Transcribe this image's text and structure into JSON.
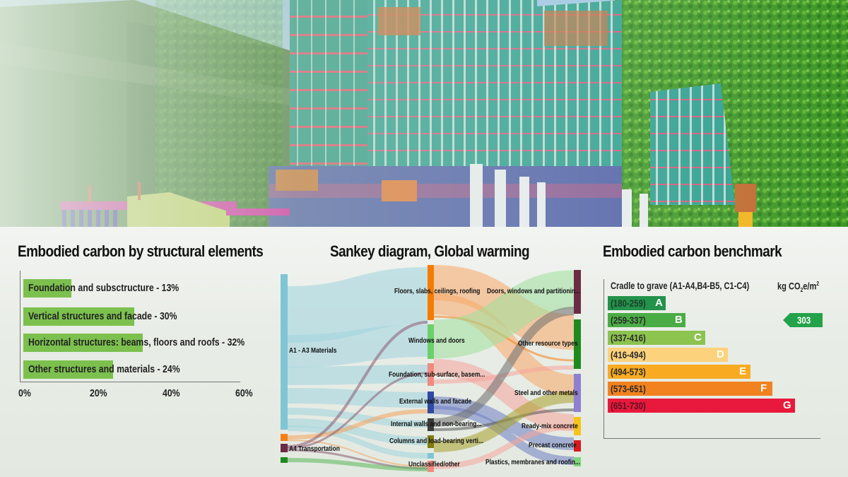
{
  "chart_data": [
    {
      "type": "bar",
      "orientation": "horizontal",
      "title": "Embodied carbon by structural elements",
      "categories": [
        "Foundation and subsctructure",
        "Vertical structures and facade",
        "Horizontal structures: beams, floors and roofs",
        "Other structures and materials"
      ],
      "values": [
        13,
        30,
        32,
        24
      ],
      "labels": [
        "Foundation and subsctructure - 13%",
        "Vertical structures and facade - 30%",
        "Horizontal structures: beams, floors and roofs - 32%",
        "Other structures and materials - 24%"
      ],
      "xlabel": "",
      "ylabel": "",
      "xlim": [
        0,
        60
      ],
      "xticks": [
        "0%",
        "20%",
        "40%",
        "60%"
      ],
      "color": "#7cc04e",
      "grid": false
    },
    {
      "type": "sankey",
      "title": "Sankey diagram, Global warming",
      "sources": [
        {
          "name": "A1 - A3 Materials",
          "color": "#7fc6d4"
        },
        {
          "name": "",
          "color": "#f57f17"
        },
        {
          "name": "A4 Transportation",
          "color": "#6b2b44"
        },
        {
          "name": "",
          "color": "#1e8a1e"
        }
      ],
      "categories": [
        {
          "name": "Floors, slabs, ceilings, roofing",
          "color": "#f57c00"
        },
        {
          "name": "Windows and doors",
          "color": "#6dcf6a"
        },
        {
          "name": "Foundation, sub-surface, basem...",
          "color": "#f18a80"
        },
        {
          "name": "External walls and facade",
          "color": "#2f4aa0"
        },
        {
          "name": "Internal walls and non-bearing...",
          "color": "#3a3a3a"
        },
        {
          "name": "Columns and load-bearing verti...",
          "color": "#807a10"
        },
        {
          "name": "Unclassified/other",
          "color": "#7fc6d4"
        }
      ],
      "targets": [
        {
          "name": "Doors, windows and partitionin...",
          "color": "#6b2b44"
        },
        {
          "name": "Other resource types",
          "color": "#1e8a1e"
        },
        {
          "name": "Steel and other metals",
          "color": "#8e7fd0"
        },
        {
          "name": "Ready-mix concrete",
          "color": "#f6c417"
        },
        {
          "name": "Precast concrete",
          "color": "#d7191c"
        },
        {
          "name": "Plastics, membranes and roofin...",
          "color": "#7fd67a"
        }
      ]
    },
    {
      "type": "rating",
      "title": "Embodied carbon benchmark",
      "subtitle": "Cradle to grave (A1-A4,B4-B5, C1-C4)",
      "unit": "kg CO2e/m2",
      "bands": [
        {
          "grade": "A",
          "range": "(180-259)",
          "color": "#23924a"
        },
        {
          "grade": "B",
          "range": "(259-337)",
          "color": "#4aac45"
        },
        {
          "grade": "C",
          "range": "(337-416)",
          "color": "#8dc34f"
        },
        {
          "grade": "D",
          "range": "(416-494)",
          "color": "#fcd27c"
        },
        {
          "grade": "E",
          "range": "(494-573)",
          "color": "#f8ab22"
        },
        {
          "grade": "F",
          "range": "(573-651)",
          "color": "#f2821f"
        },
        {
          "grade": "G",
          "range": "(651-730)",
          "color": "#e8193c"
        }
      ],
      "marker": {
        "value": 303,
        "band": "B",
        "color": "#23a24a"
      }
    }
  ],
  "bar_chart": {
    "title": "Embodied carbon by structural elements",
    "labels": [
      "Foundation and subsctructure - 13%",
      "Vertical structures and facade - 30%",
      "Horizontal structures: beams, floors and roofs - 32%",
      "Other structures and materials - 24%"
    ],
    "ticks": [
      "0%",
      "20%",
      "40%",
      "60%"
    ]
  },
  "sankey": {
    "title": "Sankey diagram, Global warming",
    "left": [
      "A1 - A3 Materials",
      "A4 Transportation"
    ],
    "middle": [
      "Floors, slabs, ceilings, roofing",
      "Windows and doors",
      "Foundation, sub-surface, basem...",
      "External walls and facade",
      "Internal walls and non-bearing...",
      "Columns and load-bearing verti...",
      "Unclassified/other"
    ],
    "right": [
      "Doors, windows and partitionin...",
      "Other resource types",
      "Steel and other metals",
      "Ready-mix concrete",
      "Precast concrete",
      "Plastics, membranes and roofin..."
    ]
  },
  "benchmark": {
    "title": "Embodied carbon benchmark",
    "subtitle": "Cradle to grave (A1-A4,B4-B5, C1-C4)",
    "unit_prefix": "kg CO",
    "unit_sub": "2",
    "unit_mid": "e/m",
    "unit_sup": "2",
    "bands": [
      {
        "range": "(180-259)",
        "grade": "A"
      },
      {
        "range": "(259-337)",
        "grade": "B"
      },
      {
        "range": "(337-416)",
        "grade": "C"
      },
      {
        "range": "(416-494)",
        "grade": "D"
      },
      {
        "range": "(494-573)",
        "grade": "E"
      },
      {
        "range": "(573-651)",
        "grade": "F"
      },
      {
        "range": "(651-730)",
        "grade": "G"
      }
    ],
    "marker_value": "303"
  }
}
